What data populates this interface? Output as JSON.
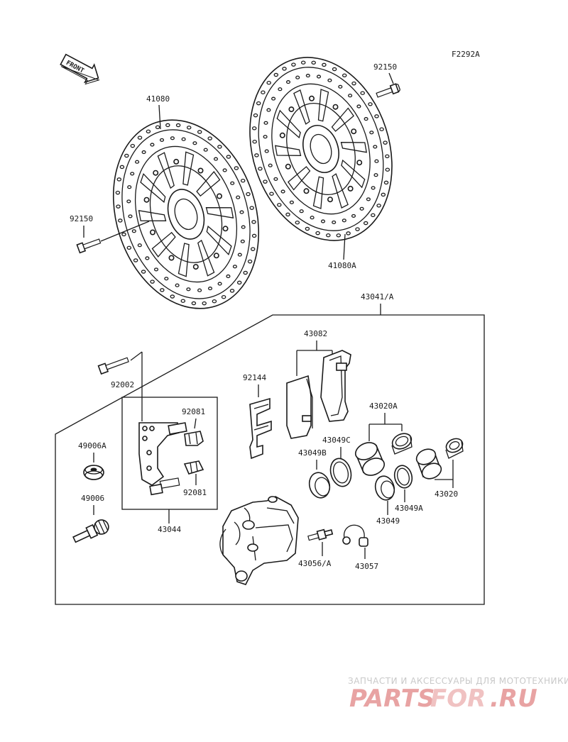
{
  "figure_code": "F2292A",
  "front_label": "FRONT",
  "labels": {
    "disc_left": "41080",
    "disc_right": "41080A",
    "bolt_right": "92150",
    "bolt_left": "92150",
    "caliper_assy": "43041/A",
    "pads": "43082",
    "spring": "92144",
    "bolt_92002": "92002",
    "boot_a": "49006A",
    "pin_49006": "49006",
    "clip_top": "92081",
    "clip_bottom": "92081",
    "bracket": "43044",
    "seal_c": "43049C",
    "seal_b": "43049B",
    "piston_a": "43020A",
    "piston": "43020",
    "seal_a": "43049A",
    "seal": "43049",
    "bleeder": "43056/A",
    "bleeder_cap": "43057"
  },
  "watermark": {
    "tagline": "ЗАПЧАСТИ И АКСЕССУАРЫ ДЛЯ МОТОТЕХНИКИ",
    "brand_part1": "PARTS",
    "brand_part2": "FOR",
    "brand_part3": ".RU",
    "brand_color": "#e8a3a3",
    "brand_accent": "#f0c2c2"
  }
}
